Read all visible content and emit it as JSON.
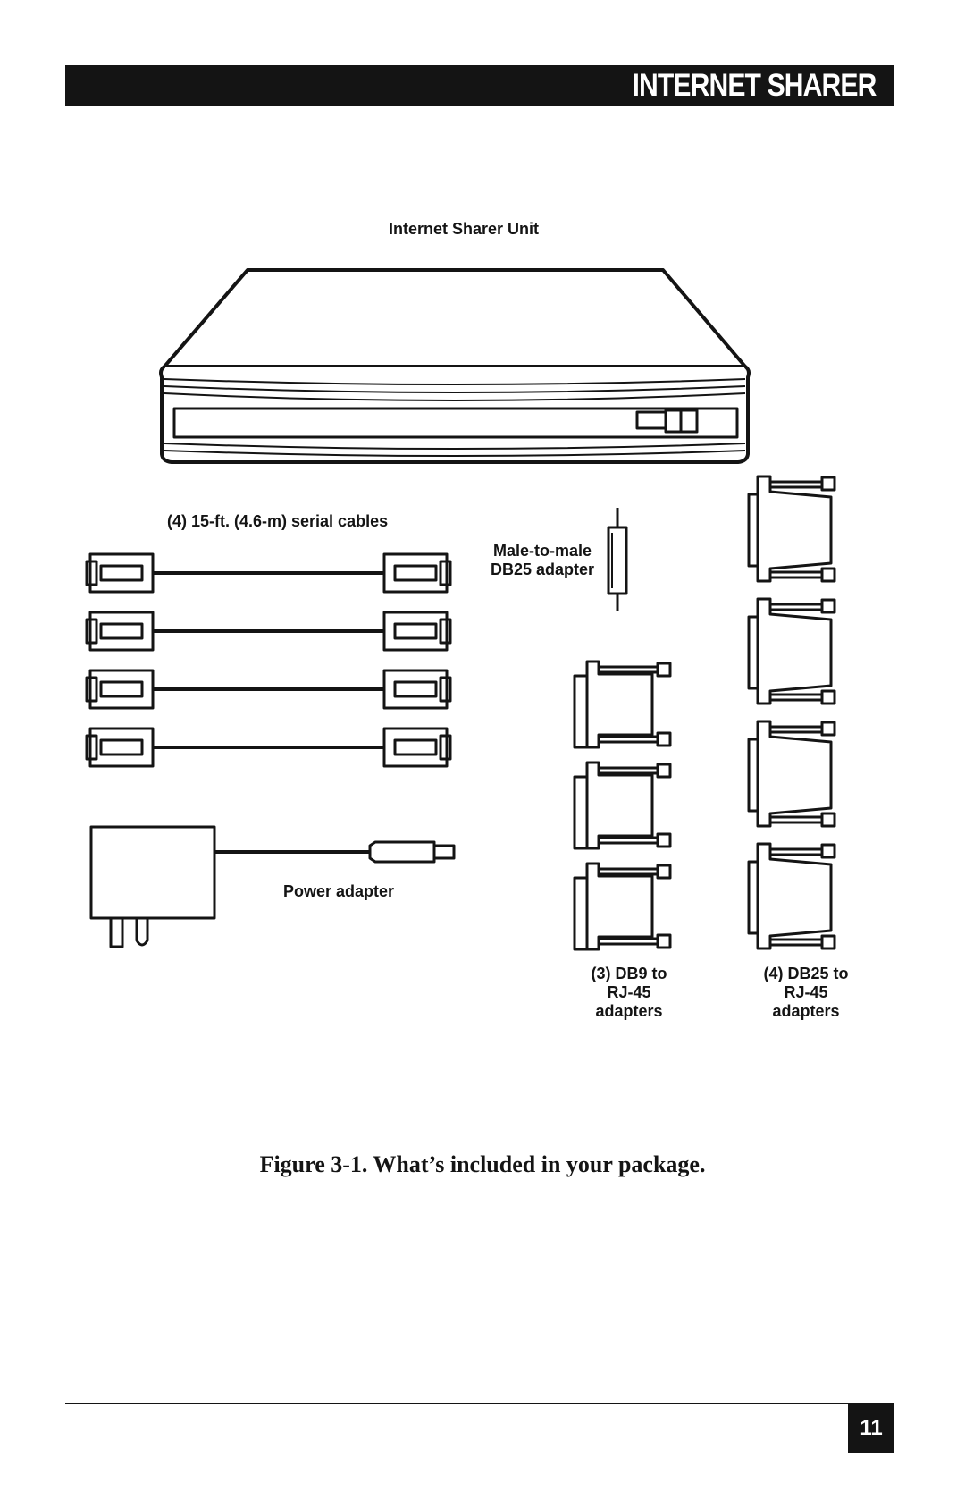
{
  "header": {
    "title": "INTERNET SHARER"
  },
  "figure": {
    "labels": {
      "unit": "Internet Sharer Unit",
      "serial_cables": "(4) 15-ft. (4.6-m) serial cables",
      "male_to_male_line1": "Male-to-male",
      "male_to_male_line2": "DB25 adapter",
      "power_adapter": "Power adapter",
      "db9_line1": "(3) DB9 to",
      "db9_line2": "RJ-45",
      "db9_line3": "adapters",
      "db25_line1": "(4) DB25 to",
      "db25_line2": "RJ-45",
      "db25_line3": "adapters"
    },
    "caption": "Figure 3-1. What’s included in your package."
  },
  "footer": {
    "page_number": "11"
  }
}
